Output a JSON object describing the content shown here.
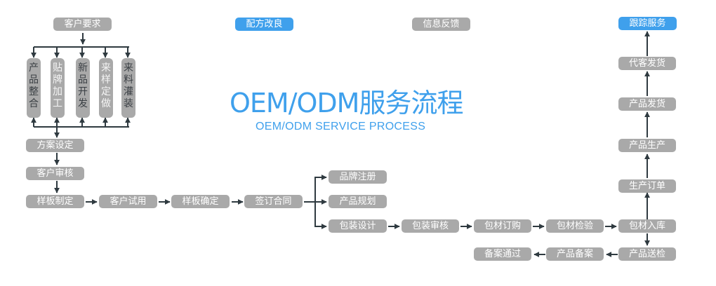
{
  "title": {
    "main": "OEM/ODM服务流程",
    "sub": "OEM/ODM SERVICE  PROCESS"
  },
  "colors": {
    "accent": "#3fa0ec",
    "box": "#a9a9a9",
    "line": "#2f3a40"
  },
  "headers": {
    "customer_request": "客户要求",
    "formula_improve": "配方改良",
    "info_feedback": "信息反馈",
    "follow_service": "跟踪服务"
  },
  "options": [
    {
      "label": "产品整合"
    },
    {
      "label": "贴牌加工"
    },
    {
      "label": "新品开发"
    },
    {
      "label": "来样定做"
    },
    {
      "label": "来料灌装"
    }
  ],
  "steps": {
    "plan": "方案设定",
    "customer_review": "客户审核",
    "sample_make": "样板制定",
    "customer_trial": "客户试用",
    "sample_confirm": "样板确定",
    "sign_contract": "签订合同",
    "brand_register": "品牌注册",
    "product_plan": "产品规划",
    "package_design": "包装设计",
    "package_review": "包装审核",
    "material_purchase": "包材订购",
    "material_inspect": "包材检验",
    "material_storage": "包材入库",
    "product_submit": "产品送检",
    "product_record": "产品备案",
    "record_pass": "备案通过",
    "production_order": "生产订单",
    "production": "产品生产",
    "product_ship": "产品发货",
    "agent_ship": "代客发货"
  }
}
